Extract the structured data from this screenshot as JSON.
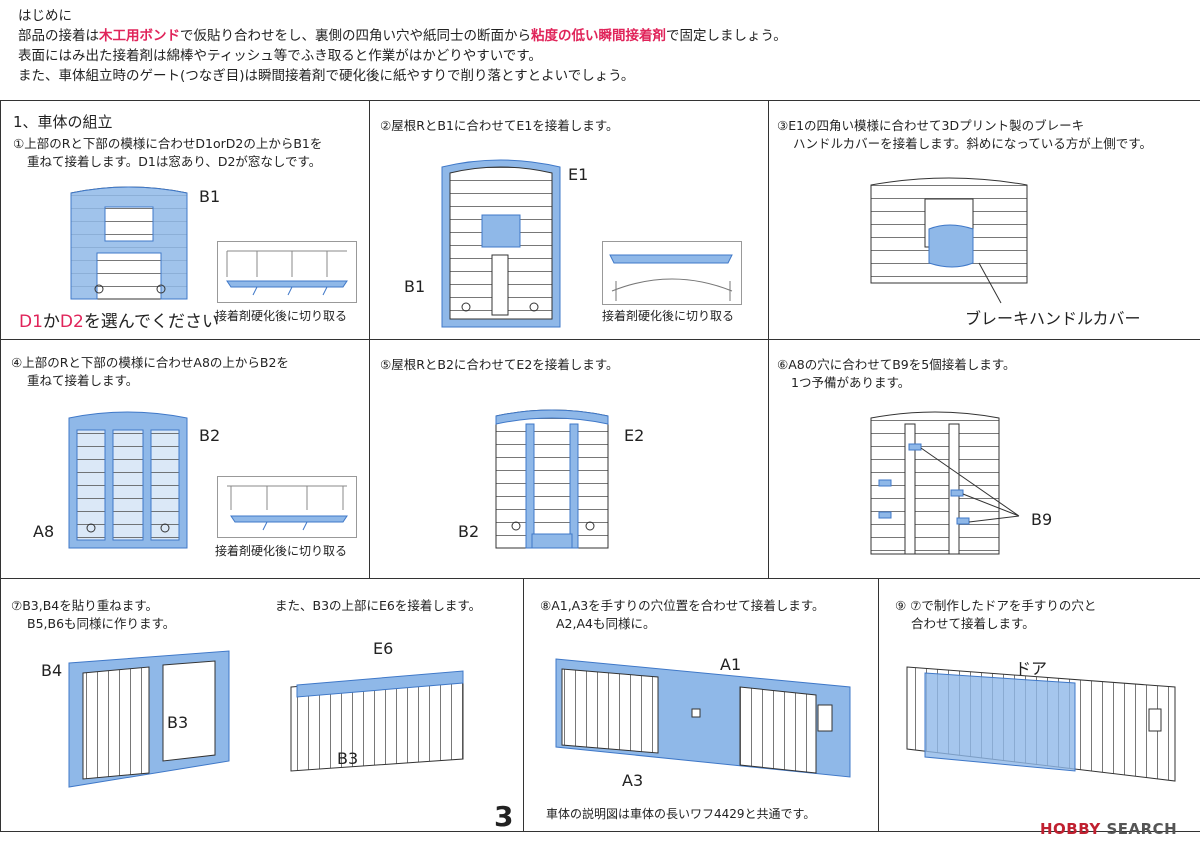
{
  "intro": {
    "title": "はじめに",
    "line1_a": "部品の接着は",
    "line1_b": "木工用ボンド",
    "line1_c": "で仮貼り合わせをし、裏側の四角い穴や紙同士の断面から",
    "line1_d": "粘度の低い瞬間接着剤",
    "line1_e": "で固定しましょう。",
    "line2": "表面にはみ出た接着剤は綿棒やティッシュ等でふき取ると作業がはかどりやすいです。",
    "line3": "また、車体組立時のゲート(つなぎ目)は瞬間接着剤で硬化後に紙やすりで削り落とすとよいでしょう。"
  },
  "step1": {
    "heading": "1、車体の組立",
    "text1": "①上部のRと下部の模様に合わせD1orD2の上からB1を",
    "text2": "重ねて接着します。D1は窓あり、D2が窓なしです。",
    "label_b1": "B1",
    "note": "接着剤硬化後に切り取る",
    "choose_d1": "D1",
    "choose_ka": "か",
    "choose_d2": "D2",
    "choose_rest": "を選んでください"
  },
  "step2": {
    "text": "②屋根RとB1に合わせてE1を接着します。",
    "label_e1": "E1",
    "label_b1": "B1",
    "note": "接着剤硬化後に切り取る"
  },
  "step3": {
    "text1": "③E1の四角い模様に合わせて3Dプリント製のブレーキ",
    "text2": "ハンドルカバーを接着します。斜めになっている方が上側です。",
    "label": "ブレーキハンドルカバー"
  },
  "step4": {
    "text1": "④上部のRと下部の模様に合わせA8の上からB2を",
    "text2": "重ねて接着します。",
    "label_b2": "B2",
    "label_a8": "A8",
    "note": "接着剤硬化後に切り取る"
  },
  "step5": {
    "text": "⑤屋根RとB2に合わせてE2を接着します。",
    "label_e2": "E2",
    "label_b2": "B2"
  },
  "step6": {
    "text1": "⑥A8の穴に合わせてB9を5個接着します。",
    "text2": "1つ予備があります。",
    "label_b9": "B9"
  },
  "step7": {
    "text1": "⑦B3,B4を貼り重ねます。",
    "text2": "B5,B6も同様に作ります。",
    "text3": "また、B3の上部にE6を接着します。",
    "label_b4": "B4",
    "label_b3a": "B3",
    "label_e6": "E6",
    "label_b3b": "B3"
  },
  "step8": {
    "text1": "⑧A1,A3を手すりの穴位置を合わせて接着します。",
    "text2": "A2,A4も同様に。",
    "label_a1": "A1",
    "label_a3": "A3",
    "footer": "車体の説明図は車体の長いワフ4429と共通です。"
  },
  "step9": {
    "text1": "⑨ ⑦で制作したドアを手すりの穴と",
    "text2": "合わせて接着します。",
    "label_door": "ドア"
  },
  "page_number": "3",
  "logo": {
    "hobby": "HOBBY",
    "search": "SEARCH"
  },
  "colors": {
    "part_blue": "#8fb8e8",
    "outline": "#3f78c8",
    "highlight_pink": "#e0245a"
  }
}
